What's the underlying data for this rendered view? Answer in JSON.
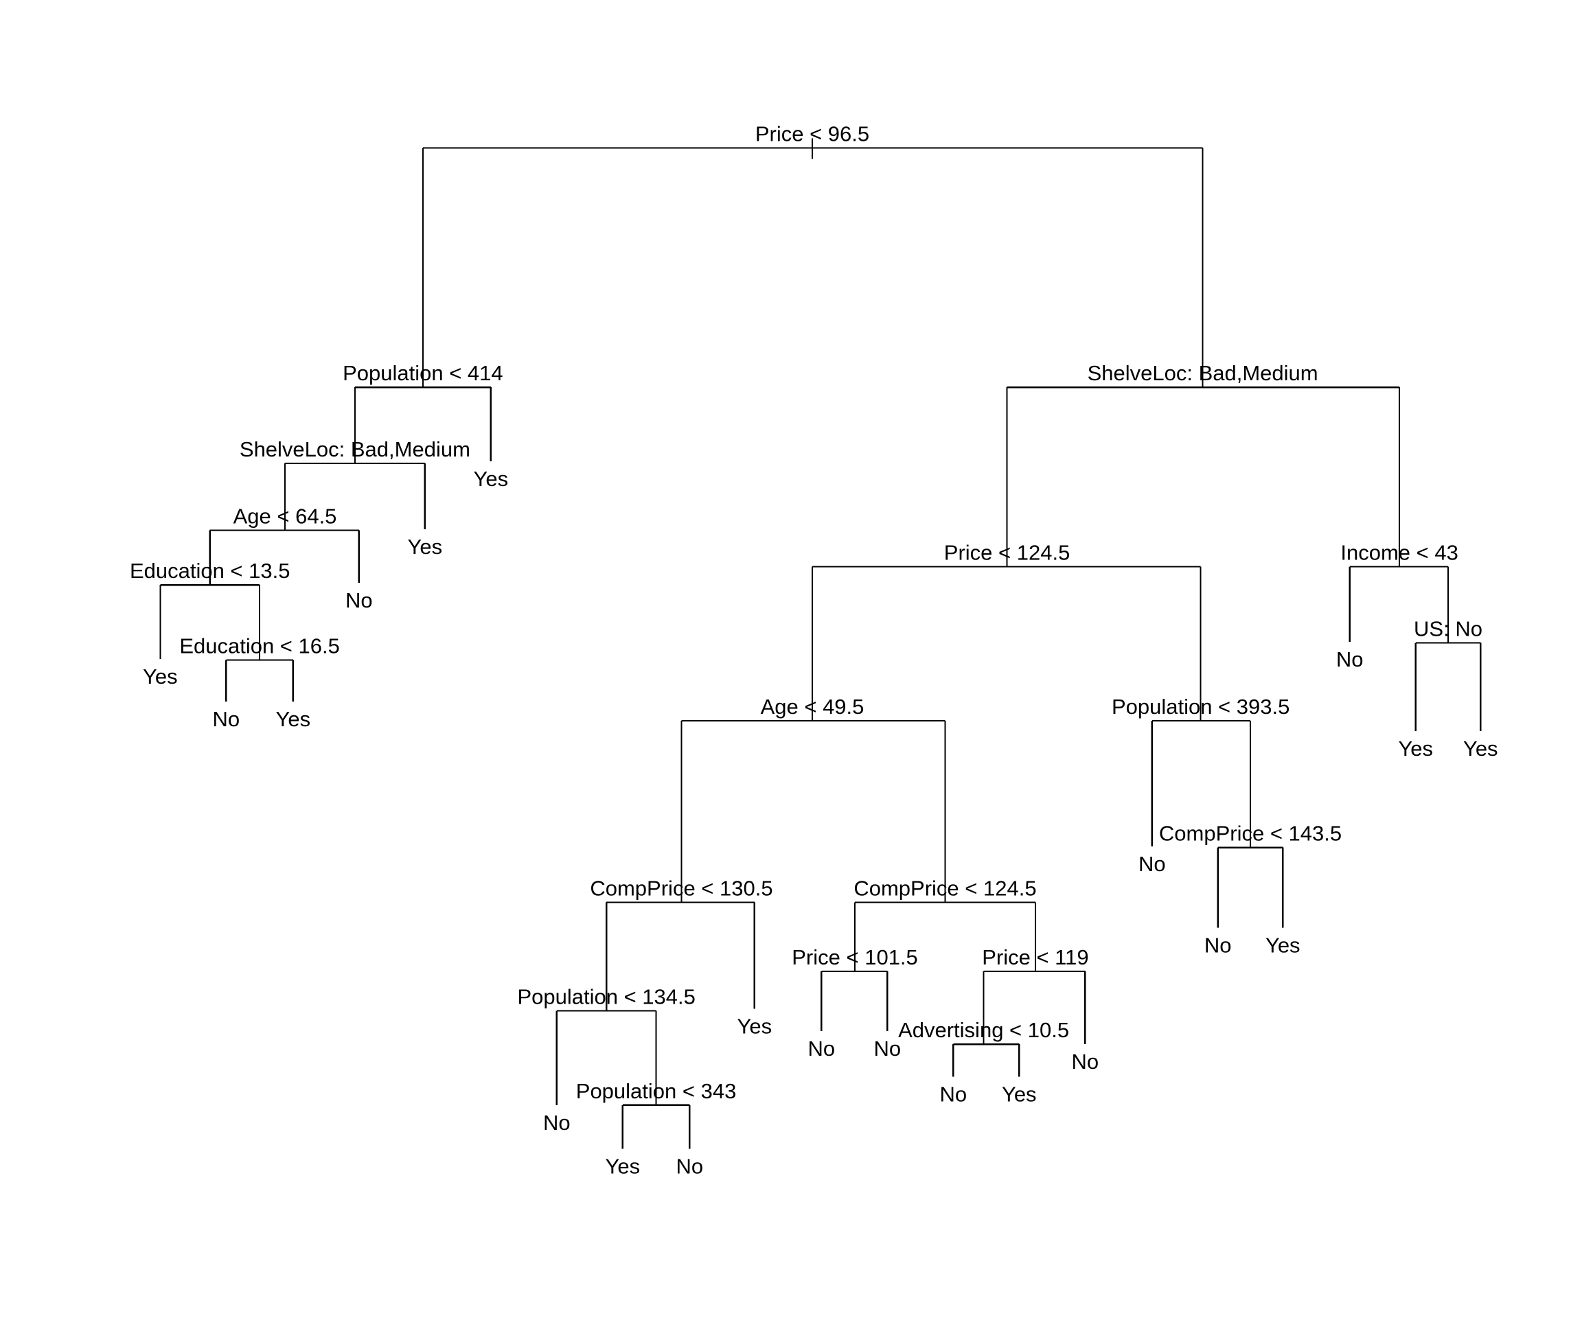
{
  "figure": {
    "type": "classification-tree",
    "line_color": "#000000",
    "background": "#ffffff"
  },
  "tree": {
    "id": "root",
    "split": "Price < 96.5",
    "children": [
      {
        "id": "n-pop414",
        "split": "Population < 414",
        "children": [
          {
            "id": "n-shelve-left",
            "split": "ShelveLoc: Bad,Medium",
            "children": [
              {
                "id": "n-age645",
                "split": "Age < 64.5",
                "children": [
                  {
                    "id": "n-edu135",
                    "split": "Education < 13.5",
                    "children": [
                      {
                        "id": "leaf-1",
                        "leaf": "Yes"
                      },
                      {
                        "id": "n-edu165",
                        "split": "Education < 16.5",
                        "children": [
                          {
                            "id": "leaf-2",
                            "leaf": "No"
                          },
                          {
                            "id": "leaf-3",
                            "leaf": "Yes"
                          }
                        ]
                      }
                    ]
                  },
                  {
                    "id": "leaf-4",
                    "leaf": "No"
                  }
                ]
              },
              {
                "id": "leaf-5",
                "leaf": "Yes"
              }
            ]
          },
          {
            "id": "leaf-6",
            "leaf": "Yes"
          }
        ]
      },
      {
        "id": "n-shelve-right",
        "split": "ShelveLoc: Bad,Medium",
        "children": [
          {
            "id": "n-price1245",
            "split": "Price < 124.5",
            "children": [
              {
                "id": "n-age495",
                "split": "Age < 49.5",
                "children": [
                  {
                    "id": "n-comp1305",
                    "split": "CompPrice < 130.5",
                    "children": [
                      {
                        "id": "n-pop1345",
                        "split": "Population < 134.5",
                        "children": [
                          {
                            "id": "leaf-7",
                            "leaf": "No"
                          },
                          {
                            "id": "n-pop343",
                            "split": "Population < 343",
                            "children": [
                              {
                                "id": "leaf-8",
                                "leaf": "Yes"
                              },
                              {
                                "id": "leaf-9",
                                "leaf": "No"
                              }
                            ]
                          }
                        ]
                      },
                      {
                        "id": "leaf-10",
                        "leaf": "Yes"
                      }
                    ]
                  },
                  {
                    "id": "n-comp1245",
                    "split": "CompPrice < 124.5",
                    "children": [
                      {
                        "id": "n-price1015",
                        "split": "Price < 101.5",
                        "children": [
                          {
                            "id": "leaf-11",
                            "leaf": "No"
                          },
                          {
                            "id": "leaf-12",
                            "leaf": "No"
                          }
                        ]
                      },
                      {
                        "id": "n-price119",
                        "split": "Price < 119",
                        "children": [
                          {
                            "id": "n-adv105",
                            "split": "Advertising < 10.5",
                            "children": [
                              {
                                "id": "leaf-13",
                                "leaf": "No"
                              },
                              {
                                "id": "leaf-14",
                                "leaf": "Yes"
                              }
                            ]
                          },
                          {
                            "id": "leaf-15",
                            "leaf": "No"
                          }
                        ]
                      }
                    ]
                  }
                ]
              },
              {
                "id": "n-pop3935",
                "split": "Population < 393.5",
                "children": [
                  {
                    "id": "leaf-16",
                    "leaf": "No"
                  },
                  {
                    "id": "n-comp1435",
                    "split": "CompPrice < 143.5",
                    "children": [
                      {
                        "id": "leaf-17",
                        "leaf": "No"
                      },
                      {
                        "id": "leaf-18",
                        "leaf": "Yes"
                      }
                    ]
                  }
                ]
              }
            ]
          },
          {
            "id": "n-income43",
            "split": "Income < 43",
            "children": [
              {
                "id": "leaf-19",
                "leaf": "No"
              },
              {
                "id": "n-usno",
                "split": "US: No",
                "children": [
                  {
                    "id": "leaf-20",
                    "leaf": "Yes"
                  },
                  {
                    "id": "leaf-21",
                    "leaf": "Yes"
                  }
                ]
              }
            ]
          }
        ]
      }
    ]
  }
}
